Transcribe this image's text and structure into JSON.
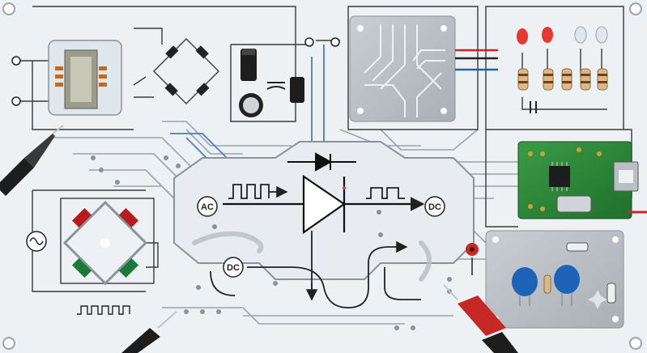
{
  "labels": {
    "ac": "AC",
    "dc_main": "DC",
    "dc_secondary": "DC"
  },
  "colors": {
    "board_bg": "#eef1f4",
    "trace": "#3a3a3a",
    "trace_light": "#9aa3ad",
    "trace_blue": "#4a7fc0",
    "pcb_green": "#2e8b3a",
    "led_red": "#e53935",
    "led_clear": "#dfe8ef",
    "probe_black": "#1d1d1d",
    "probe_red": "#c62828",
    "cap_blue": "#1f63b8",
    "diode_red": "#b71c1c",
    "diode_green": "#1b7a3a"
  },
  "icons": [
    "transformer-icon",
    "bridge-rectifier-icon",
    "electrolytic-capacitor-icon",
    "diode-symbol-icon",
    "ac-waveform-icon",
    "dc-waveform-icon",
    "led-icon",
    "resistor-icon",
    "pcb-module-icon",
    "usb-port-icon",
    "multimeter-probe-icon",
    "ceramic-capacitor-icon",
    "fuse-icon",
    "sparkle-icon"
  ]
}
